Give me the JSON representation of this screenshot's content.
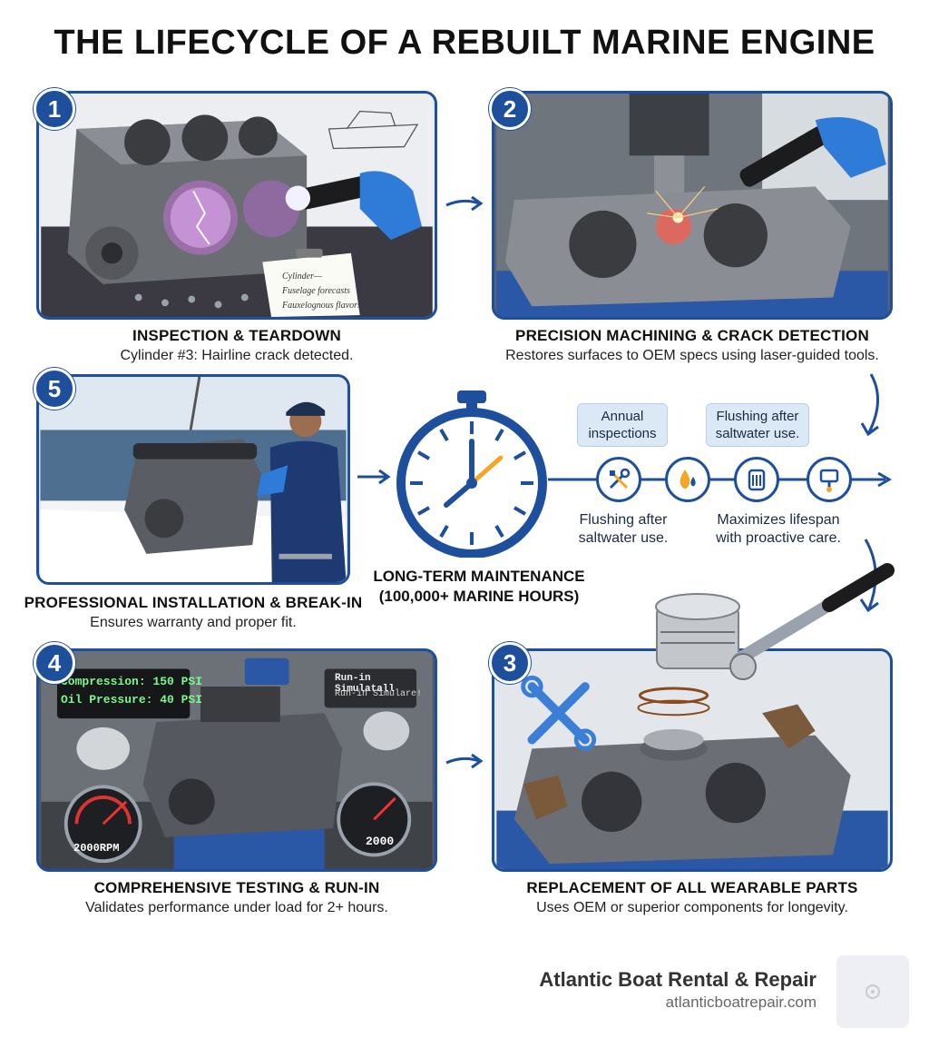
{
  "title": "THE LIFECYCLE OF A REBUILT MARINE ENGINE",
  "steps": [
    {
      "number": "1",
      "heading": "INSPECTION & TEARDOWN",
      "description": "Cylinder #3: Hairline crack detected."
    },
    {
      "number": "2",
      "heading": "PRECISION MACHINING & CRACK DETECTION",
      "description": "Restores surfaces to OEM specs using laser-guided tools."
    },
    {
      "number": "3",
      "heading": "REPLACEMENT OF ALL WEARABLE PARTS",
      "description": "Uses OEM or superior components for longevity."
    },
    {
      "number": "4",
      "heading": "COMPREHENSIVE TESTING & RUN-IN",
      "description": "Validates performance under load for 2+ hours."
    },
    {
      "number": "5",
      "heading": "PROFESSIONAL INSTALLATION & BREAK-IN",
      "description": "Ensures warranty and proper fit."
    }
  ],
  "maintenance": {
    "heading": "LONG-TERM MAINTENANCE (100,000+ MARINE HOURS)",
    "callouts": [
      "Annual inspections",
      "Flushing after saltwater use."
    ],
    "labels": [
      "Flushing after saltwater use.",
      "Maximizes lifespan with proactive care."
    ],
    "icons": [
      "tools-icon",
      "oil-drop-icon",
      "filter-icon",
      "piston-icon"
    ]
  },
  "overlays": {
    "clipboard_text": [
      "Cylinder—",
      "Fuselage forecasts",
      "Fauxelognous flavors"
    ],
    "compression": "Compression: 150 PSI",
    "oil_pressure": "Oil Pressure: 40 PSI",
    "run_in_1": "Run-in Simulatall",
    "run_in_2": "Run-in Simulare!",
    "gauge_left": "2000RPM",
    "gauge_right": "2000"
  },
  "brand": {
    "name": "Atlantic Boat Rental & Repair",
    "url": "atlanticboatrepair.com"
  },
  "colors": {
    "accent": "#1d4f9c",
    "orange_hand": "#f5a623"
  }
}
